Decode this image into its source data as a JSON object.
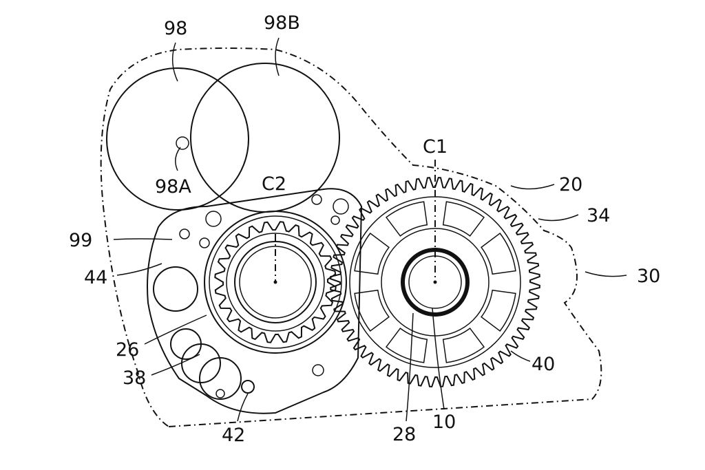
{
  "figure": {
    "labels": {
      "disc_left": "98",
      "disc_right": "98B",
      "disc_hole": "98A",
      "center_large": "C1",
      "center_small": "C2",
      "casing_outline": "20",
      "casing_edge": "34",
      "housing": "30",
      "lever": "99",
      "cam_plate": "44",
      "small_gear": "26",
      "cam_body": "38",
      "pin": "42",
      "hub_ring": "28",
      "shaft": "10",
      "large_gear": "40"
    }
  }
}
